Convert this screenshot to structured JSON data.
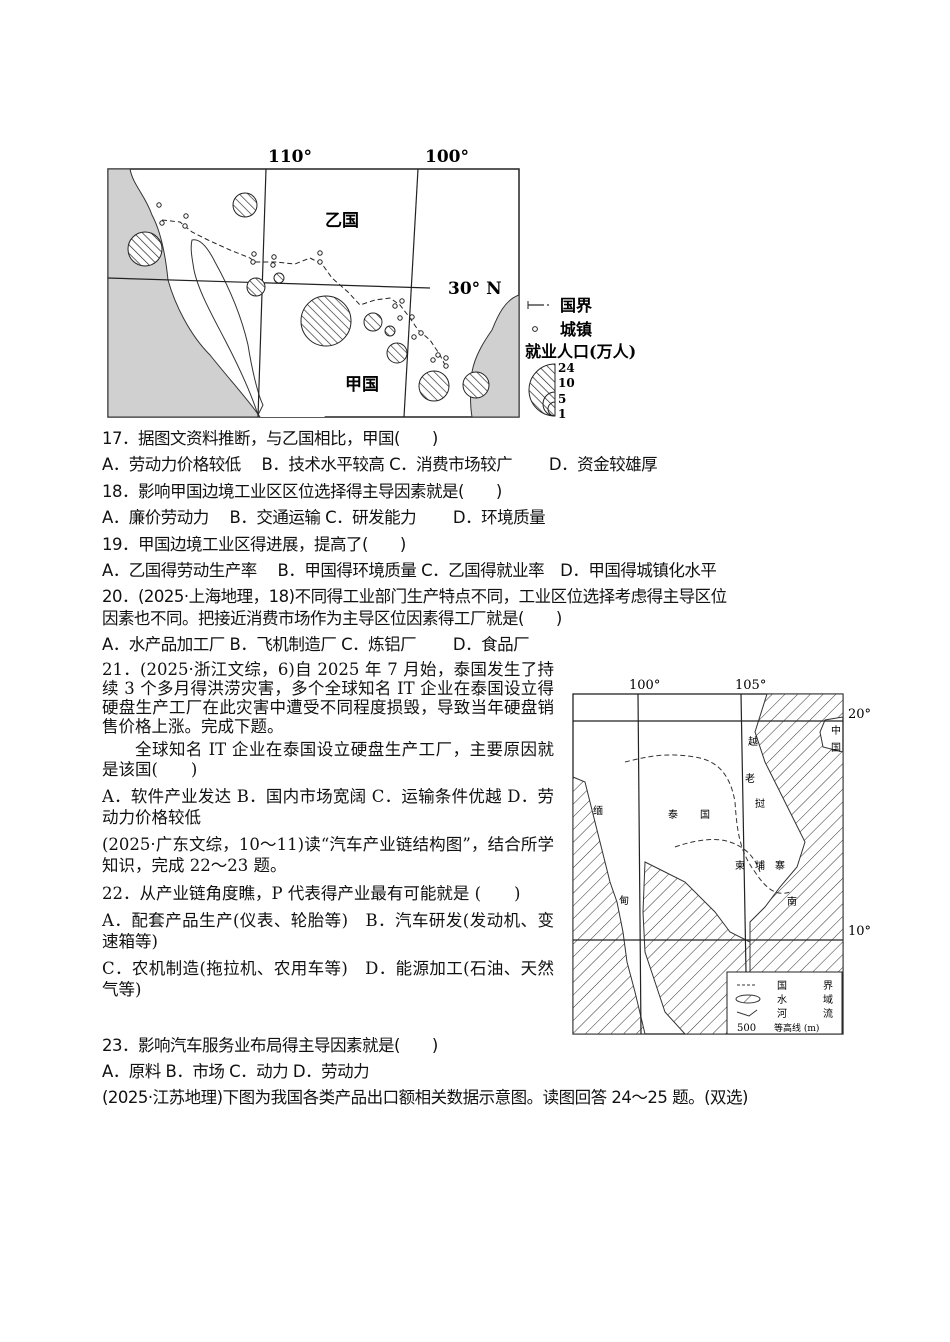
{
  "map1": {
    "lon_labels": [
      "110°",
      "100°"
    ],
    "lat_label": "30° N",
    "country_b": "乙国",
    "country_a": "甲国",
    "legend": {
      "border": "国界",
      "town": "城镇",
      "title": "就业人口(万人)",
      "scale": [
        "24",
        "10",
        "5",
        "1"
      ]
    }
  },
  "q17": {
    "stem": "17．据图文资料推断，与乙国相比，甲国(　　)",
    "options": "A．劳动力价格较低　 B．技术水平较高 C．消费市场较广　　 D．资金较雄厚"
  },
  "q18": {
    "stem": "18．影响甲国边境工业区区位选择得主导因素就是(　　)",
    "options": "A．廉价劳动力　 B．交通运输 C．研发能力　　 D．环境质量"
  },
  "q19": {
    "stem": "19．甲国边境工业区得进展，提高了(　　)",
    "options": "A．乙国得劳动生产率　 B．甲国得环境质量 C．乙国得就业率　D．甲国得城镇化水平"
  },
  "q20": {
    "stem_line1": "20．(2025·上海地理，18)不同得工业部门生产特点不同，工业区位选择考虑得主导区位",
    "stem_line2": "因素也不同。把接近消费市场作为主导区位因素得工厂就是(　　)",
    "options": "A．水产品加工厂 B．飞机制造厂 C．炼铝厂　　 D．食品厂"
  },
  "q21": {
    "intro": "21．(2025·浙江文综，6)自 2025 年 7 月始，泰国发生了持续 3 个多月得洪涝灾害，多个全球知名 IT 企业在泰国设立得硬盘生产工厂在此灾害中遭受不同程度损毁，导致当年硬盘销售价格上涨。完成下题。",
    "stem": "全球知名 IT 企业在泰国设立硬盘生产工厂，主要原因就是该国(　　)",
    "options": "A．软件产业发达 B．国内市场宽阔 C．运输条件优越 D．劳动力价格较低"
  },
  "intro_22_23": "(2025·广东文综，10～11)读“汽车产业链结构图”，结合所学知识，完成 22～23 题。",
  "q22": {
    "stem": "22．从产业链角度瞧，P 代表得产业最有可能就是 (　　)",
    "options_ab": "A．配套产品生产(仪表、轮胎等)　B．汽车研发(发动机、变速箱等)",
    "options_cd": "C．农机制造(拖拉机、农用车等)　D．能源加工(石油、天然气等)"
  },
  "q23": {
    "stem": "23．影响汽车服务业布局得主导因素就是(　　)",
    "options": "A．原料 B．市场 C．动力 D．劳动力"
  },
  "intro_24_25": " (2025·江苏地理)下图为我国各类产品出口额相关数据示意图。读图回答 24～25 题。(双选)",
  "map2": {
    "lon_labels": [
      "100°",
      "105°"
    ],
    "lat_labels": [
      "20°",
      "10°"
    ],
    "labels": {
      "thailand": [
        "泰",
        "国"
      ],
      "laos": [
        "老",
        "挝"
      ],
      "vietnam_n": "越",
      "vietnam_s": "南",
      "cambodia": [
        "柬",
        "埔",
        "寨"
      ],
      "myanmar_1": "缅",
      "myanmar_2": "甸",
      "china": [
        "中",
        "国"
      ],
      "contour": "500"
    },
    "legend": {
      "border": [
        "国",
        "界"
      ],
      "water": [
        "水",
        "域"
      ],
      "river": [
        "河",
        "流"
      ],
      "contour": "等高线 (m)",
      "contour_value": "500"
    }
  }
}
